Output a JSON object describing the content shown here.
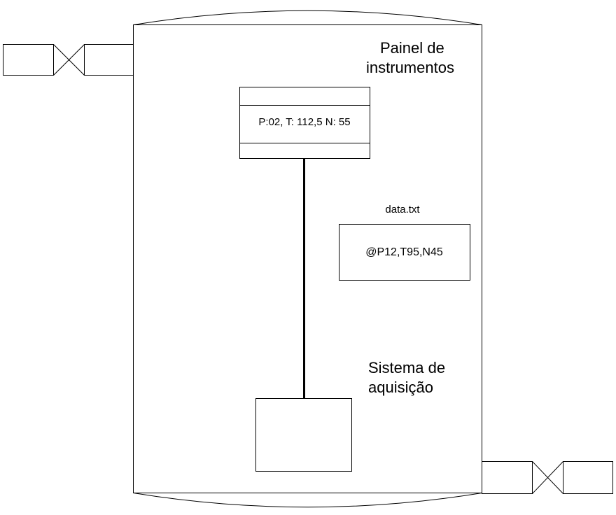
{
  "labels": {
    "panel_title_line1": "Painel de",
    "panel_title_line2": "instrumentos",
    "panel_readout": "P:02, T: 112,5 N: 55",
    "file_name": "data.txt",
    "file_content": "@P12,T95,N45",
    "acquisition_title_line1": "Sistema de",
    "acquisition_title_line2": "aquisição"
  },
  "style": {
    "stroke_color": "#000000",
    "fill_color": "#ffffff"
  },
  "icons": {
    "inlet_valve": "gate-valve-icon",
    "outlet_valve": "gate-valve-icon"
  }
}
